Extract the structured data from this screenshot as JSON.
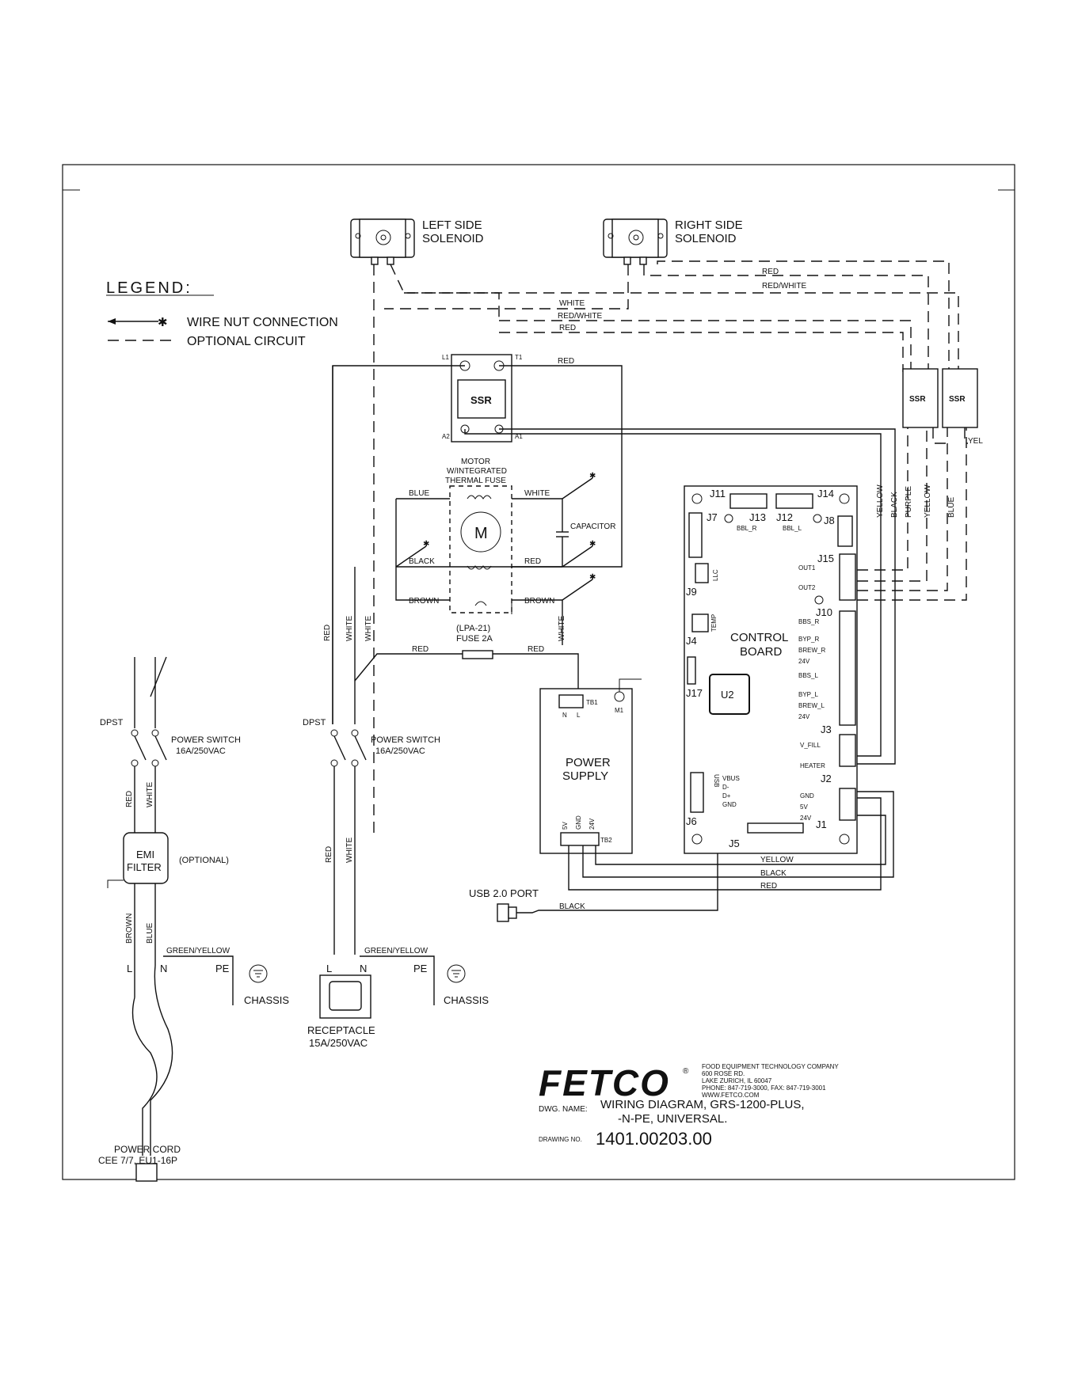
{
  "legend": {
    "title": "LEGEND:",
    "wire_nut": "WIRE NUT CONNECTION",
    "optional": "OPTIONAL CIRCUIT"
  },
  "solenoids": {
    "left_line1": "LEFT SIDE",
    "left_line2": "SOLENOID",
    "right_line1": "RIGHT SIDE",
    "right_line2": "SOLENOID"
  },
  "ssr": {
    "label": "SSR",
    "t1": "T1",
    "l1": "L1",
    "a1": "A1",
    "a2": "A2"
  },
  "motor": {
    "line1": "MOTOR",
    "line2": "W/INTEGRATED",
    "line3": "THERMAL FUSE",
    "symbol": "M",
    "capacitor": "CAPACITOR",
    "fuse_model": "(LPA-21)",
    "fuse_rating": "FUSE 2A"
  },
  "wires": {
    "white": "WHITE",
    "red_white": "RED/WHITE",
    "red": "RED",
    "blue": "BLUE",
    "black": "BLACK",
    "brown": "BROWN",
    "yellow": "YELLOW",
    "purple": "PURPLE",
    "yel": "YEL",
    "green_yellow": "GREEN/YELLOW"
  },
  "control_board": {
    "title_line1": "CONTROL",
    "title_line2": "BOARD",
    "u2": "U2",
    "connectors": {
      "j1": "J1",
      "j2": "J2",
      "j3": "J3",
      "j4": "J4",
      "j5": "J5",
      "j6": "J6",
      "j7": "J7",
      "j8": "J8",
      "j9": "J9",
      "j10": "J10",
      "j11": "J11",
      "j12": "J12",
      "j13": "J13",
      "j14": "J14",
      "j15": "J15",
      "j17": "J17"
    },
    "pins": {
      "bbl_r": "BBL_R",
      "bbl_l": "BBL_L",
      "llc": "LLC",
      "temp": "TEMP",
      "out1": "OUT1",
      "out2": "OUT2",
      "bbs_r": "BBS_R",
      "byp_r": "BYP_R",
      "brew_r": "BREW_R",
      "v24a": "24V",
      "bbs_l": "BBS_L",
      "byp_l": "BYP_L",
      "brew_l": "BREW_L",
      "v24b": "24V",
      "v_fill": "V_FILL",
      "heater": "HEATER",
      "gnd": "GND",
      "v5": "5V",
      "v24c": "24V",
      "vbus": "VBUS",
      "dm": "D-",
      "dp": "D+",
      "usb_gnd": "GND",
      "usb": "USB"
    }
  },
  "power_supply": {
    "line1": "POWER",
    "line2": "SUPPLY",
    "tb1": "TB1",
    "tb2": "TB2",
    "m1": "M1",
    "n": "N",
    "l": "L",
    "v5": "5V",
    "gnd": "GND",
    "v24": "24V"
  },
  "usb_port": "USB 2.0 PORT",
  "switches": {
    "dpst": "DPST",
    "label_line1": "POWER SWITCH",
    "label_line2": "16A/250VAC"
  },
  "emi": {
    "line1": "EMI",
    "line2": "FILTER",
    "optional": "(OPTIONAL)"
  },
  "terminals": {
    "l": "L",
    "n": "N",
    "pe": "PE",
    "chassis": "CHASSIS"
  },
  "cord": {
    "line1": "POWER CORD",
    "line2": "CEE 7/7, EU1-16P"
  },
  "receptacle": {
    "line1": "RECEPTACLE",
    "line2": "15A/250VAC"
  },
  "title_block": {
    "logo": "FETCO",
    "registered": "®",
    "company_line1": "FOOD EQUIPMENT TECHNOLOGY COMPANY",
    "company_line2": "600 ROSE RD.",
    "company_line3": "LAKE ZURICH, IL 60047",
    "company_line4": "PHONE: 847-719-3000, FAX: 847-719-3001",
    "company_line5": "WWW.FETCO.COM",
    "dwg_name_label": "DWG. NAME:",
    "dwg_name_line1": "WIRING DIAGRAM, GRS-1200-PLUS,",
    "dwg_name_line2": "-N-PE, UNIVERSAL.",
    "drawing_no_label": "DRAWING NO.",
    "drawing_no": "1401.00203.00"
  }
}
